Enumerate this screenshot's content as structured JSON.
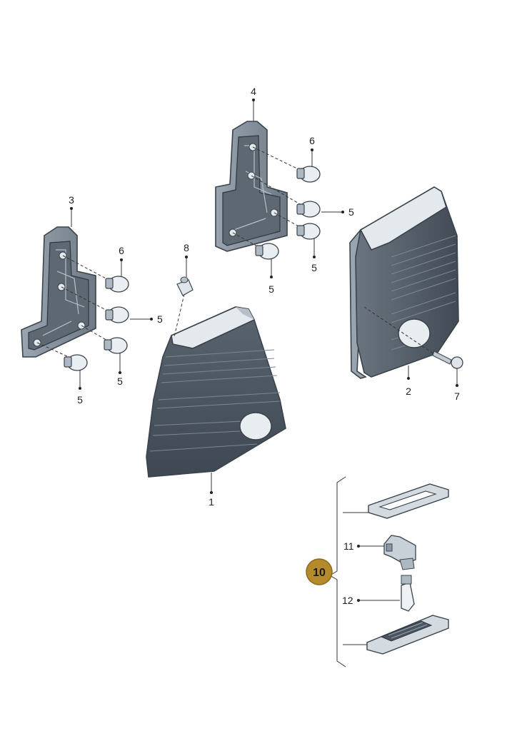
{
  "colors": {
    "lens_dark": "#4c5661",
    "lens_light": "#d8dee3",
    "outline": "#3a434c",
    "callout_badge": "#b58a2a"
  },
  "labels": {
    "p1": "1",
    "p2": "2",
    "p3": "3",
    "p4": "4",
    "p5a": "5",
    "p5b": "5",
    "p5c": "5",
    "p5d": "5",
    "p5e": "5",
    "p5f": "5",
    "p6a": "6",
    "p6b": "6",
    "p7": "7",
    "p8": "8",
    "p10": "10",
    "p11": "11",
    "p12": "12"
  }
}
